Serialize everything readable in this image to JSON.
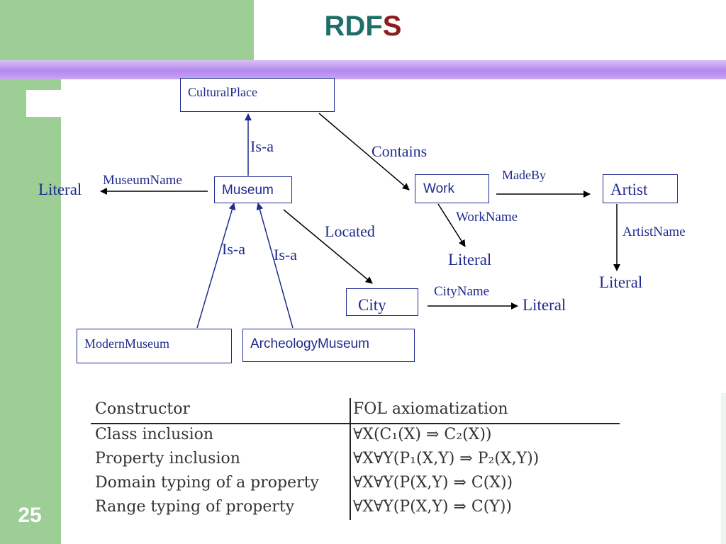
{
  "slide": {
    "title_part1": "RDF",
    "title_part2": "S",
    "number": "25"
  },
  "diagram": {
    "nodes": {
      "cultural_place": "CulturalPlace",
      "museum": "Museum",
      "work": "Work",
      "artist": "Artist",
      "city": "City",
      "modern_museum": "ModernMuseum",
      "archeology_museum": "ArcheologyMuseum"
    },
    "literals": {
      "museum_name": "Literal",
      "work_name": "Literal",
      "artist_name": "Literal",
      "city_name": "Literal"
    },
    "edges": {
      "isa_museum": "Is-a",
      "contains": "Contains",
      "made_by": "MadeBy",
      "museum_name": "MuseumName",
      "work_name": "WorkName",
      "artist_name": "ArtistName",
      "located": "Located",
      "isa_modern": "Is-a",
      "isa_archeology": "Is-a",
      "city_name": "CityName"
    }
  },
  "fol_table": {
    "headers": [
      "Constructor",
      "FOL axiomatization"
    ],
    "rows": [
      [
        "Class inclusion",
        "∀X(C₁(X) ⇒ C₂(X))"
      ],
      [
        "Property inclusion",
        "∀X∀Y(P₁(X,Y) ⇒ P₂(X,Y))"
      ],
      [
        "Domain typing of a property",
        "∀X∀Y(P(X,Y) ⇒ C(X))"
      ],
      [
        "Range typing of property",
        "∀X∀Y(P(X,Y) ⇒ C(Y))"
      ]
    ]
  }
}
